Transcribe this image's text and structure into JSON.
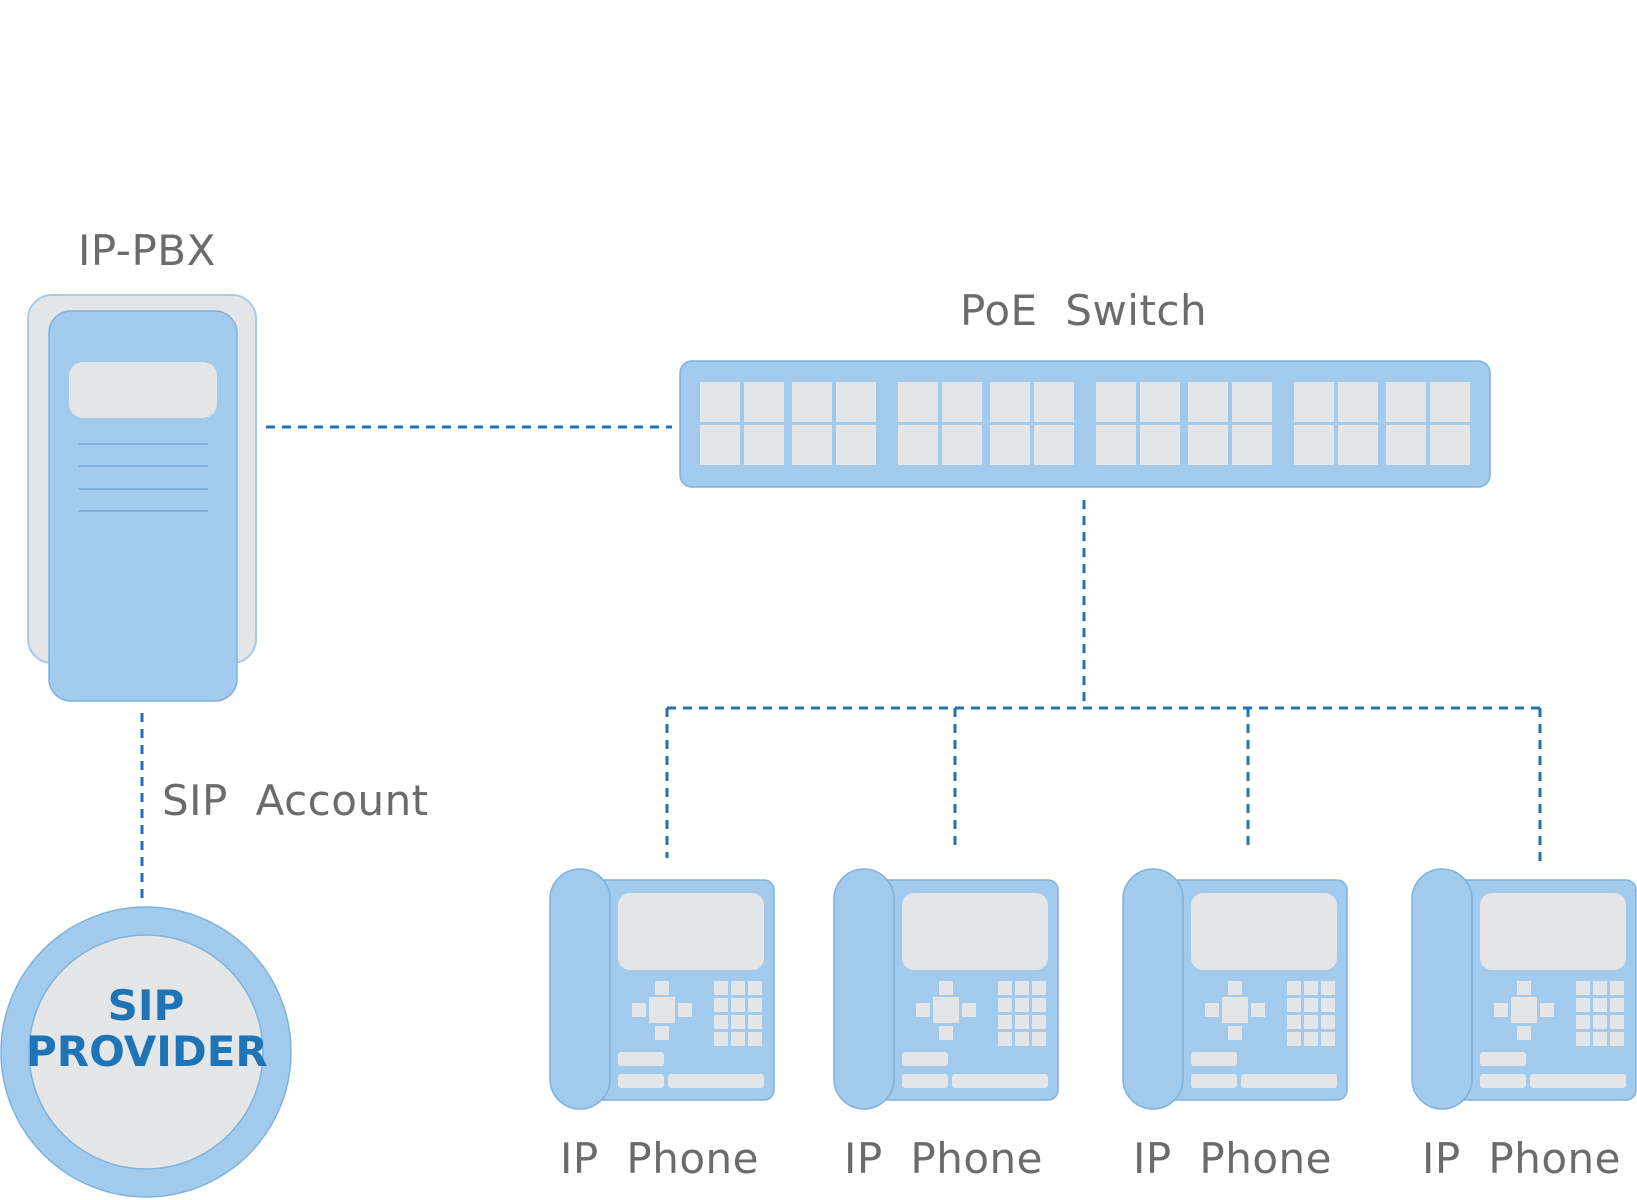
{
  "colors": {
    "device_fill": "#a3cbee",
    "device_stroke": "#7fb2dc",
    "panel_fill": "#e5e6e8",
    "line": "#1f74b6",
    "label_text": "#6b6b6e",
    "provider_text": "#1f74b6"
  },
  "labels": {
    "ip_pbx": "IP-PBX",
    "poe_switch": "PoE  Switch",
    "sip_account": "SIP  Account",
    "provider_line1": "SIP",
    "provider_line2": "PROVIDER",
    "phones": [
      "IP  Phone",
      "IP  Phone",
      "IP  Phone",
      "IP  Phone"
    ]
  },
  "icons": {
    "pbx": "server-tower-icon",
    "switch": "network-switch-icon",
    "phone": "desk-phone-icon",
    "provider": "sip-provider-circle-icon"
  }
}
